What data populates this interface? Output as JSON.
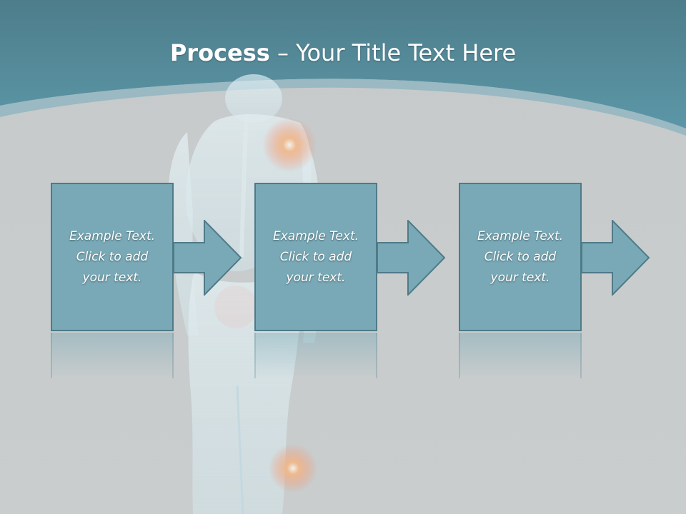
{
  "title": {
    "bold": "Process",
    "rest": " – Your Title Text Here"
  },
  "steps": [
    {
      "text": "Example Text.\nClick  to add\nyour text."
    },
    {
      "text": "Example Text.\nClick  to add\nyour text."
    },
    {
      "text": "Example Text.\nClick  to add\nyour text."
    }
  ],
  "colors": {
    "header": "#4f8796",
    "box_fill": "#79a9b6",
    "box_border": "#4f7a88",
    "background": "#c8cccc"
  },
  "icons": [
    "arrow-right-icon",
    "human-anatomy-figure"
  ]
}
